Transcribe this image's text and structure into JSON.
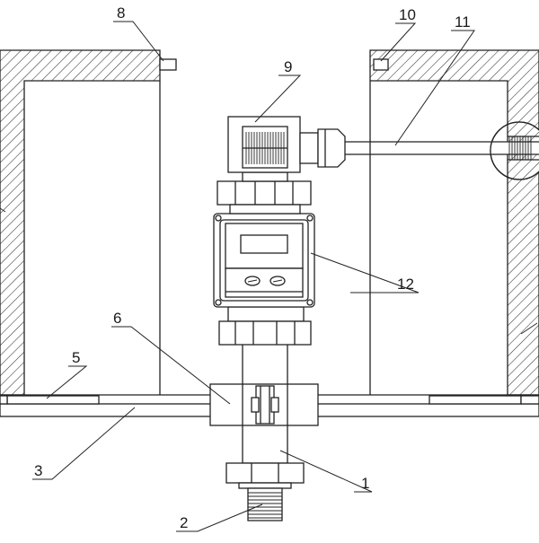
{
  "labels": {
    "l1": "1",
    "l2": "2",
    "l3": "3",
    "l5": "5",
    "l6": "6",
    "l8": "8",
    "l9": "9",
    "l10": "10",
    "l11": "11",
    "l12": "12"
  }
}
